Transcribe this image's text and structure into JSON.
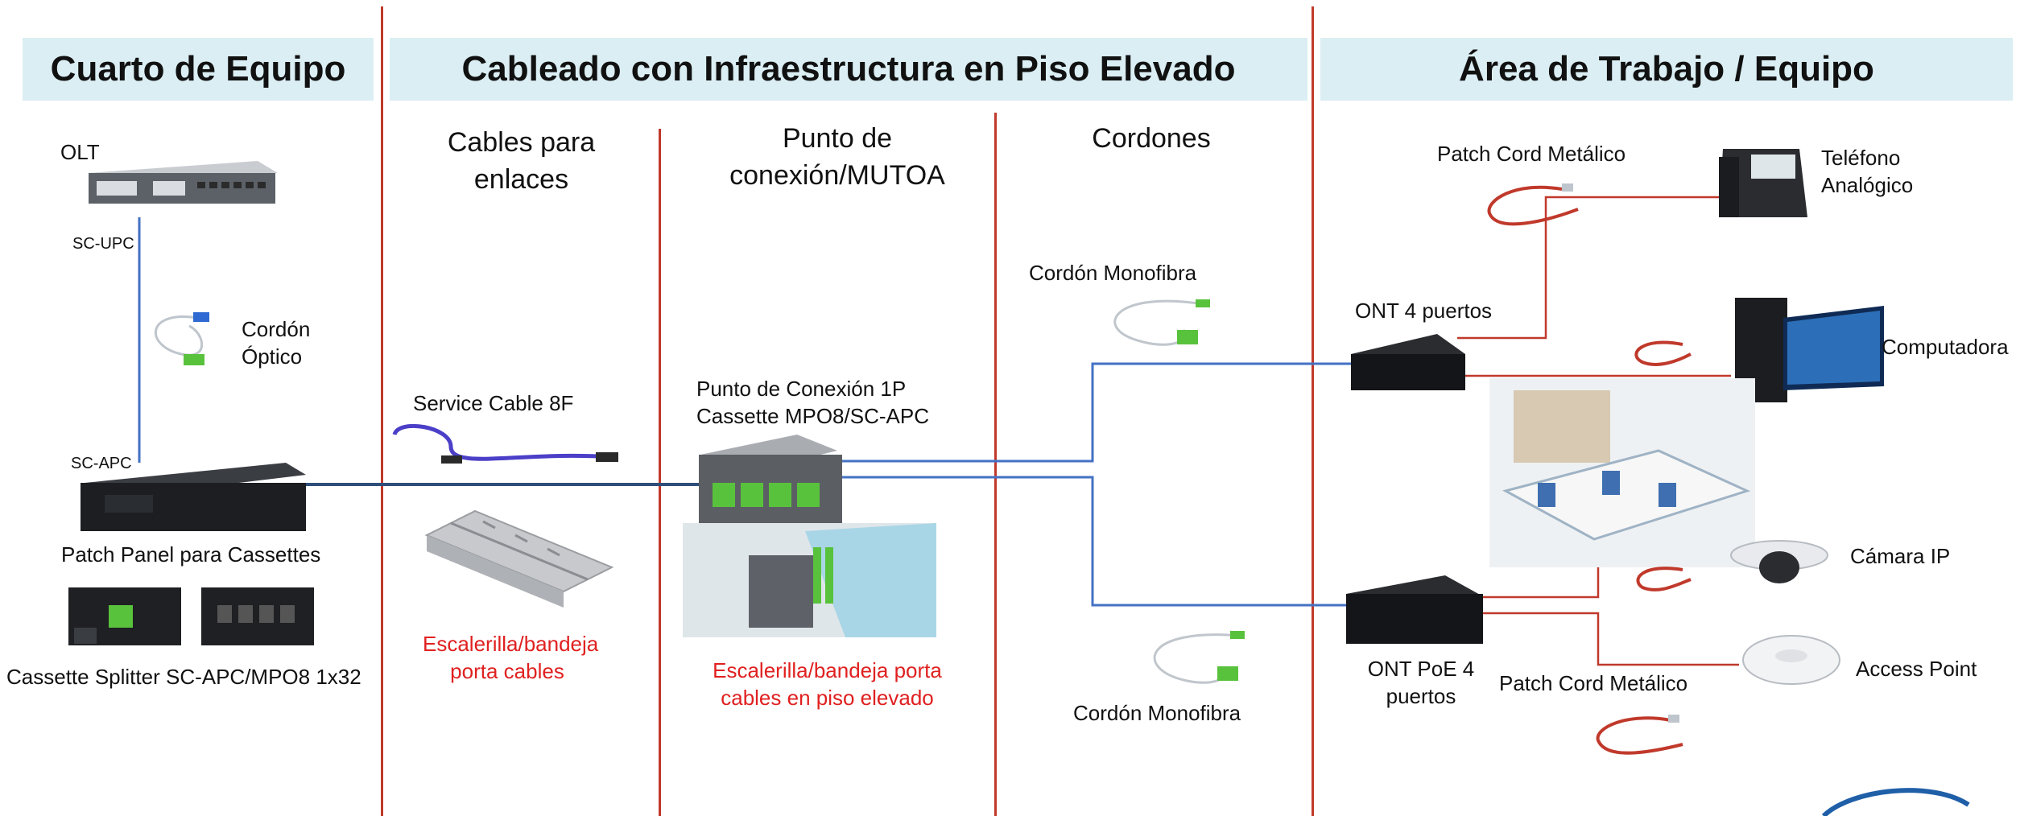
{
  "headers": {
    "equipment_room": "Cuarto de Equipo",
    "cabling": "Cableado con Infraestructura en Piso Elevado",
    "work_area": "Área de Trabajo / Equipo"
  },
  "columns": {
    "link_cables": "Cables para enlaces",
    "connection_point": "Punto de conexión/MUTOA",
    "cords": "Cordones"
  },
  "equipment_room": {
    "olt": "OLT",
    "sc_upc": "SC-UPC",
    "optical_cord": "Cordón Óptico",
    "sc_apc": "SC-APC",
    "patch_panel": "Patch Panel para Cassettes",
    "cassette_splitter": "Cassette Splitter SC-APC/MPO8 1x32"
  },
  "link_cables": {
    "service_cable": "Service Cable 8F",
    "tray": "Escalerilla/bandeja porta cables"
  },
  "connection_point": {
    "point_label": "Punto de Conexión 1P Cassette MPO8/SC-APC",
    "tray": "Escalerilla/bandeja porta cables en piso elevado"
  },
  "cords": {
    "mono_top": "Cordón Monofibra",
    "mono_bottom": "Cordón Monofibra"
  },
  "work_area": {
    "patch_top": "Patch Cord Metálico",
    "phone": "Teléfono Analógico",
    "ont4": "ONT 4 puertos",
    "computer": "Computadora",
    "ip_camera": "Cámara IP",
    "ont_poe": "ONT PoE 4 puertos",
    "patch_bottom": "Patch Cord Metálico",
    "access_point": "Access Point"
  },
  "colors": {
    "header_bg": "#daeef3",
    "divider": "#c0392b",
    "fiber_line": "#4472c4",
    "copper_line": "#c0392b",
    "accent_text": "#e02020"
  }
}
